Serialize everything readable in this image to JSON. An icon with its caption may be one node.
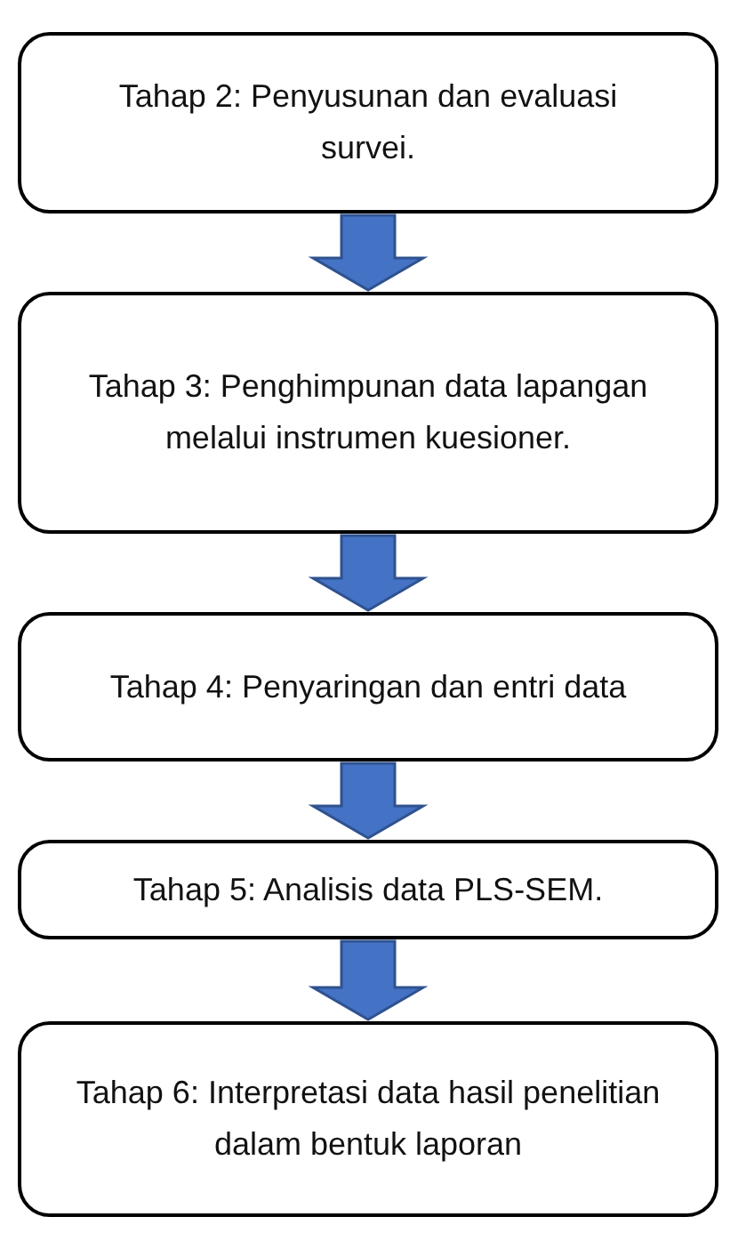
{
  "diagram": {
    "nodes": [
      {
        "text": [
          "Tahap 2: Penyusunan dan evaluasi survei."
        ]
      },
      {
        "text": [
          "Tahap 3: Penghimpunan data lapangan melalui instrumen kuesioner."
        ]
      },
      {
        "text": [
          "Tahap 4: Penyaringan dan entri data"
        ]
      },
      {
        "text": [
          "Tahap 5: Analisis data PLS-SEM."
        ]
      },
      {
        "text": [
          "Tahap 6: Interpretasi data hasil penelitian dalam bentuk laporan"
        ]
      }
    ],
    "edges": [
      {
        "from": 0,
        "to": 1,
        "arrow": "to"
      },
      {
        "from": 1,
        "to": 2,
        "arrow": "to"
      },
      {
        "from": 2,
        "to": 3,
        "arrow": "to"
      },
      {
        "from": 3,
        "to": 4,
        "arrow": "to"
      }
    ]
  }
}
